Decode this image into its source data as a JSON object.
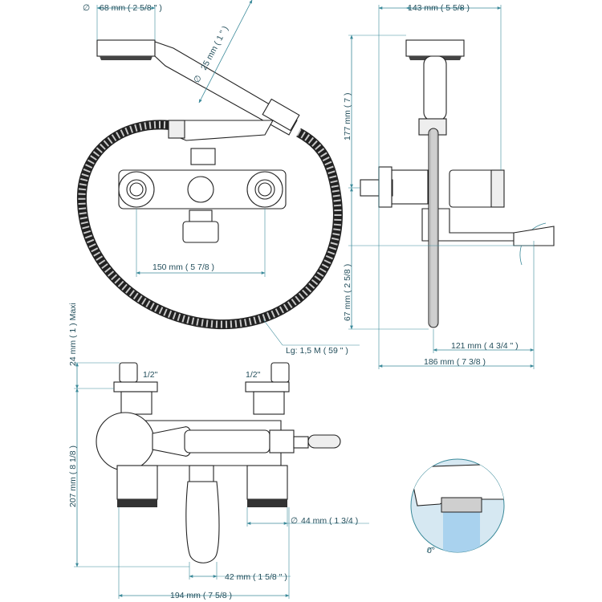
{
  "dimensions": {
    "head_diameter": "68 mm  ( 2 5/8 \" )",
    "hose_diameter": "25 mm  ( 1 \" )",
    "top_width": "143 mm  ( 5 5/8 )",
    "height_177": "177 mm  ( 7 )",
    "centers_150": "150 mm  ( 5 7/8 )",
    "height_67": "67 mm  ( 2 5/8 )",
    "hose_length": "Lg: 1,5 M  ( 59 \" )",
    "reach_121": "121 mm  ( 4 3/4 \" )",
    "depth_186": "186 mm  ( 7 3/8 )",
    "max_24": "24 mm  ( 1 )   Maxi",
    "inlet_left": "1/2\"",
    "inlet_right": "1/2\"",
    "height_207": "207 mm  ( 8 1/8 )",
    "outlet_44": "44 mm  ( 1 3/4 )",
    "spout_42": "42 mm  ( 1 5/8 \" )",
    "width_194": "194 mm  ( 7 5/8 )",
    "angle": "0°"
  },
  "diameter_symbol": "∅",
  "colors": {
    "dimension": "#3b8a9a",
    "text": "#244f5c",
    "detail_bg": "#cfe4f0",
    "water": "#a9d2ee"
  }
}
